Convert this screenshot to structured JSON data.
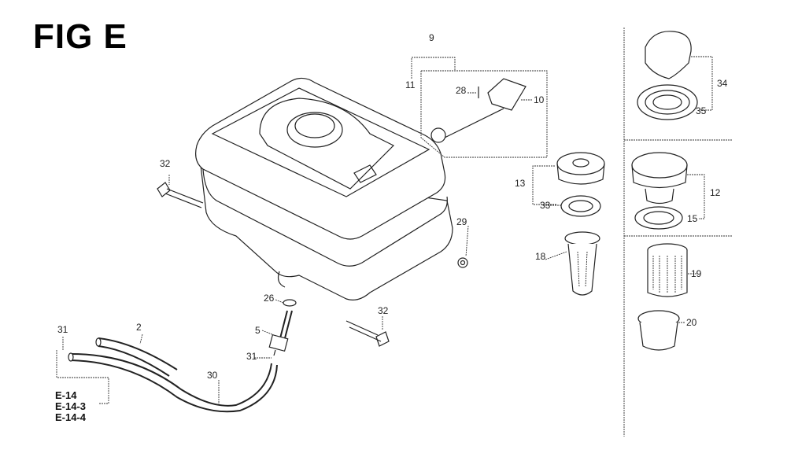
{
  "figure_title": "FIG E",
  "callouts": {
    "c9": "9",
    "c11": "11",
    "c28": "28",
    "c10": "10",
    "c32a": "32",
    "c13": "13",
    "c33": "33",
    "c12": "12",
    "c15": "15",
    "c34": "34",
    "c35": "35",
    "c29": "29",
    "c18": "18",
    "c19": "19",
    "c26": "26",
    "c20": "20",
    "c32b": "32",
    "c5": "5",
    "c31a": "31",
    "c2": "2",
    "c31b": "31",
    "c30": "30"
  },
  "references": [
    "E-14",
    "E-14-3",
    "E-14-4"
  ]
}
